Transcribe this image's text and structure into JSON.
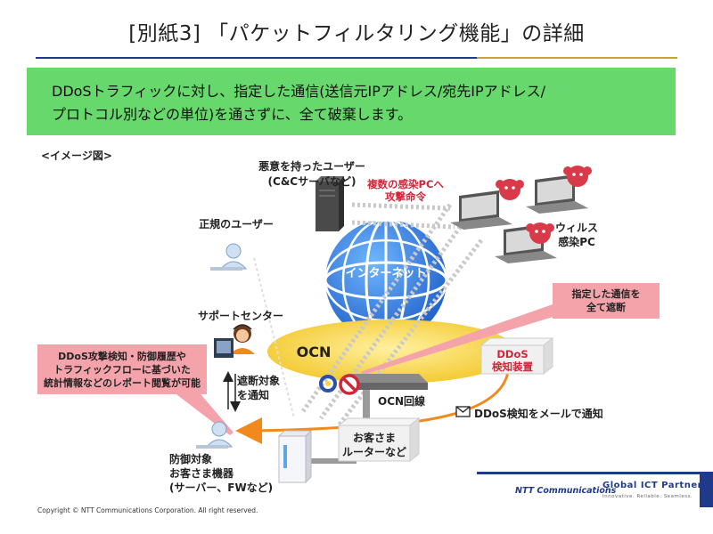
{
  "title": "[別紙3] 「パケットフィルタリング機能」の詳細",
  "summary": {
    "line1": "DDoSトラフィックに対し、指定した通信(送信元IPアドレス/宛先IPアドレス/",
    "line2": "プロトコル別などの単位)を通さずに、全て破棄します。"
  },
  "image_label": "<イメージ図>",
  "labels": {
    "attacker_line1": "悪意を持ったユーザー",
    "attacker_line2": "(C&Cサーバなど)",
    "attack_cmd_line1": "複数の感染PCへ",
    "attack_cmd_line2": "攻撃命令",
    "legit_user": "正規のユーザー",
    "infected_line1": "ウィルス",
    "infected_line2": "感染PC",
    "internet": "インターネット",
    "support_center": "サポートセンター",
    "ocn": "OCN",
    "block_all_line1": "指定した通信を",
    "block_all_line2": "全て遮断",
    "ddos_device_line1": "DDoS",
    "ddos_device_line2": "検知装置",
    "report_line1": "DDoS攻撃検知・防御履歴や",
    "report_line2": "トラフィックフローに基づいた",
    "report_line3": "統計情報などのレポート閲覧が可能",
    "block_notify_line1": "遮断対象",
    "block_notify_line2": "を通知",
    "ocn_line": "OCN回線",
    "mail_notify": "DDoS検知をメールで通知",
    "router_line1": "お客さま",
    "router_line2": "ルーターなど",
    "protected_line1": "防御対象",
    "protected_line2": "お客さま機器",
    "protected_line3": "(サーバー、FWなど)"
  },
  "footer": {
    "copyright": "Copyright © NTT Communications Corporation. All right reserved.",
    "logo_text": "NTT Communications",
    "partner": "Global ICT Partner",
    "tagline": "Innovative. Reliable. Seamless."
  },
  "colors": {
    "accent_green": "#67d86b",
    "callout_pink": "#f4a3ab",
    "ocn_yellow": "#f7d43b",
    "internet_blue": "#2a6fd6",
    "brand_blue": "#1f3a8a",
    "alert_red": "#d0263a"
  }
}
